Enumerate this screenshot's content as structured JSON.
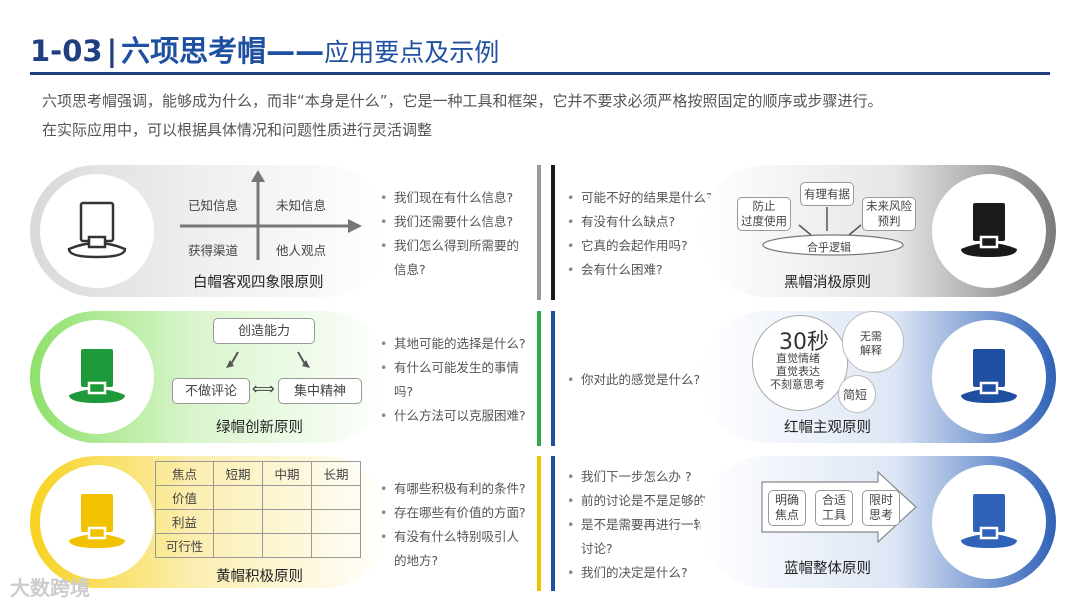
{
  "header": {
    "number": "1-03",
    "separator": "|",
    "title_main": "六项思考帽——",
    "title_sub": "应用要点及示例"
  },
  "intro": {
    "line1": "六项思考帽强调，能够成为什么，而非“本身是什么”，它是一种工具和框架，它并不要求必须严格按照固定的顺序或步骤进行。",
    "line2": "在实际应用中，可以根据具体情况和问题性质进行灵活调整"
  },
  "white": {
    "caption": "白帽客观四象限原则",
    "q1": "已知信息",
    "q2": "未知信息",
    "q3": "获得渠道",
    "q4": "他人观点",
    "bullets": [
      "我们现在有什么信息?",
      "我们还需要什么信息?",
      "我们怎么得到所需要的",
      "信息?"
    ],
    "color": "#e8e8e8"
  },
  "black": {
    "caption": "黑帽消极原则",
    "bullets": [
      "可能不好的结果是什么?",
      "有没有什么缺点?",
      "它真的会起作用吗?",
      "会有什么困难?"
    ],
    "box1": "防止过度使用",
    "box2": "有理有据",
    "box3": "未来风险预判",
    "oval": "合乎逻辑",
    "color": "#2b2b2b"
  },
  "green": {
    "caption": "绿帽创新原则",
    "box_top": "创造能力",
    "box_left": "不做评论",
    "box_right": "集中精神",
    "arrow_lr": "⟺",
    "bullets": [
      "其地可能的选择是什么?",
      "有什么可能发生的事情",
      "吗?",
      "什么方法可以克服困难?"
    ],
    "color": "#2fa84f"
  },
  "red": {
    "caption": "红帽主观原则",
    "bullets": [
      "你对此的感觉是什么?"
    ],
    "big": "30秒",
    "big_lines": [
      "直觉情绪",
      "直觉表达",
      "不刻意思考"
    ],
    "bubble1": "无需解释",
    "bubble2": "简短",
    "color": "#1f4fa0"
  },
  "yellow": {
    "caption": "黄帽积极原则",
    "table_header": [
      "焦点",
      "短期",
      "中期",
      "长期"
    ],
    "table_rows": [
      "价值",
      "利益",
      "可行性"
    ],
    "bullets": [
      "有哪些积极有利的条件?",
      "存在哪些有价值的方面?",
      "有没有什么特别吸引人",
      "的地方?"
    ],
    "color": "#f2c200"
  },
  "blue": {
    "caption": "蓝帽整体原则",
    "bullets": [
      "我们下一步怎么办 ?",
      "前的讨论是不是足够的?",
      "是不是需要再进行一轮",
      "讨论?",
      "我们的决定是什么?"
    ],
    "box1": "明确焦点",
    "box2": "合适工具",
    "box3": "限时思考",
    "color": "#2f62b8"
  },
  "logo": "大数跨境"
}
